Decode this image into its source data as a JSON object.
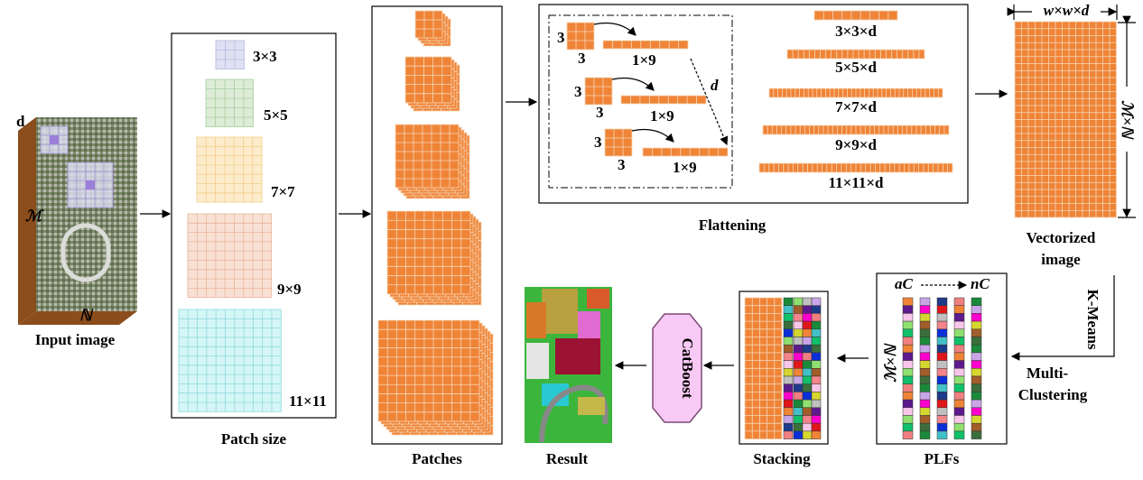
{
  "input": {
    "caption": "Input image",
    "axis_depth": "d",
    "axis_height": "ℳ",
    "axis_width": "ℕ"
  },
  "patch_size": {
    "caption": "Patch size",
    "items": [
      {
        "size": 3,
        "label": "3×3",
        "color": "#dfe1f3"
      },
      {
        "size": 5,
        "label": "5×5",
        "color": "#dcecd6"
      },
      {
        "size": 7,
        "label": "7×7",
        "color": "#fdeccb"
      },
      {
        "size": 9,
        "label": "9×9",
        "color": "#f9e0d4"
      },
      {
        "size": 11,
        "label": "11×11",
        "color": "#d5f6f7"
      }
    ]
  },
  "patches": {
    "caption": "Patches"
  },
  "flattening": {
    "caption": "Flattening",
    "inner_side_label": "3",
    "inner_bottom_label": "3",
    "row_label": "1×9",
    "depth_label": "d",
    "vectors": [
      "3×3×d",
      "5×5×d",
      "7×7×d",
      "9×9×d",
      "11×11×d"
    ]
  },
  "vectorized": {
    "caption_line1": "Vectorized",
    "caption_line2": "image",
    "width_label": "w×w×d",
    "height_label": "ℳ×ℕ"
  },
  "kmeans": {
    "label1": "K-Means",
    "label2_line1": "Multi-",
    "label2_line2": "Clustering"
  },
  "plfs": {
    "caption": "PLFs",
    "from_label": "aC",
    "to_label": "nC",
    "side_label": "ℳ×ℕ"
  },
  "stacking": {
    "caption": "Stacking"
  },
  "catboost": {
    "label": "CatBoost",
    "fill": "#f9c9f5",
    "stroke": "#7a4a78"
  },
  "result": {
    "caption": "Result"
  },
  "colors": {
    "orange": "#ef8437",
    "grid_line": "#f7d7b8",
    "label_purple": "#9b7fd9",
    "box_border": "#000000"
  }
}
